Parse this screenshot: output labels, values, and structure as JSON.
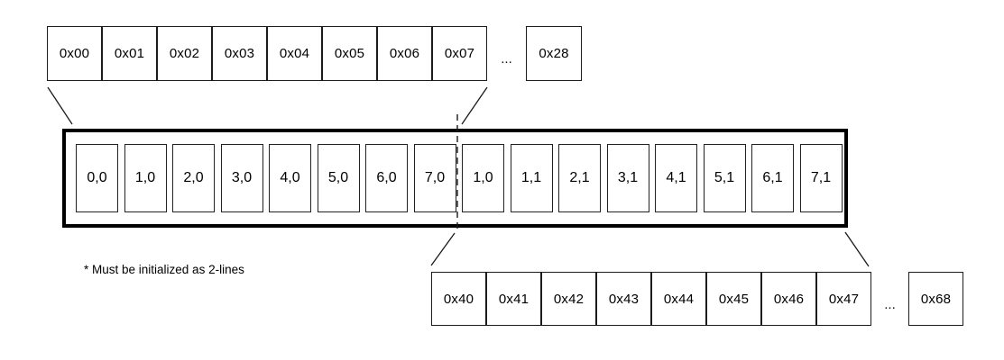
{
  "top_row": {
    "cells": [
      "0x00",
      "0x01",
      "0x02",
      "0x03",
      "0x04",
      "0x05",
      "0x06",
      "0x07"
    ],
    "ellipsis": "...",
    "last_cell": "0x28"
  },
  "cache": {
    "line0_cells": [
      "0,0",
      "1,0",
      "2,0",
      "3,0",
      "4,0",
      "5,0",
      "6,0",
      "7,0"
    ],
    "line1_cells": [
      "1,0",
      "1,1",
      "2,1",
      "3,1",
      "4,1",
      "5,1",
      "6,1",
      "7,1"
    ]
  },
  "bottom_row": {
    "cells": [
      "0x40",
      "0x41",
      "0x42",
      "0x43",
      "0x44",
      "0x45",
      "0x46",
      "0x47"
    ],
    "ellipsis": "...",
    "last_cell": "0x68"
  },
  "note": "* Must be initialized as 2-lines",
  "colors": {
    "connector_line": "#1a1a1a",
    "thin_border": "#1c1c1c",
    "thick_border": "#000000",
    "background": "#ffffff"
  }
}
